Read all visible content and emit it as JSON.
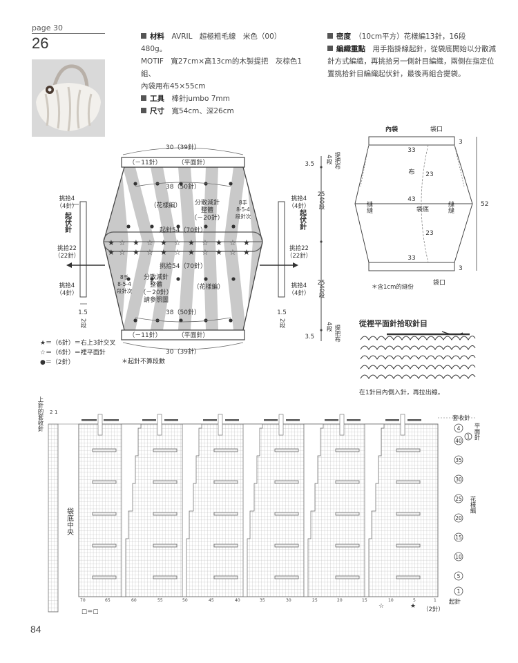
{
  "header": {
    "page_label": "page 30",
    "pattern_no": "26"
  },
  "materials": {
    "l1_label": "材料",
    "l1_text": "AVRIL　超極粗毛線　米色（00）480g。",
    "l2": "MOTIF　寬27cm×高13cm的木製提把　灰棕色1組、",
    "l3": "內袋用布45×55cm",
    "tool_label": "工具",
    "tool_text": "棒針jumbo 7mm",
    "size_label": "尺寸",
    "size_text": "寬54cm、深26cm"
  },
  "gauge": {
    "label": "密度",
    "text": "（10cm平方）花樣編13針，16段",
    "points_label": "編織重點",
    "p1": "用手指掛線起針，從袋底開始以分散減",
    "p2": "針方式編織，再挑拾另一側針目編織，兩側在指定位",
    "p3": "置挑拾針目編織起伏針，最後再組合提袋。"
  },
  "bag_diagram": {
    "top_width": "30（39針）",
    "top_minus": "（－11針）",
    "top_plain": "（平面針）",
    "upper_38": "38（50針）",
    "pattern": "（花樣編）",
    "pattern2": "（花樣編）",
    "dist_dec": "分散減針",
    "shaping": "整體",
    "minus20": "（－20針）",
    "cf1": "8-5-4",
    "cf2": "段針次",
    "cf3": "8手",
    "st_label": "針次",
    "mid_upper": "起針54（70針）",
    "mid_lower": "挑拾54（70針）",
    "ref_chart": "請參照圖",
    "lower_38": "38（50針）",
    "bottom_minus": "（－11針）",
    "bottom_plain": "（平面針）",
    "bottom_width": "30（39針）",
    "left_pick4a": "挑拾4",
    "left_pick4a_st": "（4針）",
    "left_bind": "起伏針",
    "left_pick22": "挑拾22",
    "left_pick22_st": "（22針）",
    "left_pick4b": "挑拾4",
    "left_pick4b_st": "（4針）",
    "left_15": "1.5",
    "left_2": "2段",
    "right_pick4a": "挑拾4",
    "right_pick4a_st": "（4針）",
    "right_bind": "起伏針",
    "right_pick22": "挑拾22",
    "right_pick22_st": "（22針）",
    "right_pick4b": "挑拾4",
    "right_pick4b_st": "（4針）",
    "right_15": "1.5",
    "right_2": "2段",
    "dim_35": "3.5",
    "dim_4a": "4段",
    "dim_handle": "提把布",
    "dim_25a": "25",
    "dim_40a": "40段",
    "dim_25b": "25",
    "dim_40b": "40段",
    "dim_35b": "3.5",
    "dim_4b": "4段",
    "dim_handle2": "提把布"
  },
  "legend": {
    "black_star": "★＝（6針）＝右上3針交叉",
    "white_star": "☆＝（6針）＝裡平面針",
    "dot": "●＝（2針）",
    "note": "＊起針不算段數"
  },
  "lining": {
    "title": "內袋",
    "mouth_top": "袋口",
    "w33a": "33",
    "m3a": "3",
    "fabric": "布",
    "h23a": "23",
    "h52": "52",
    "w43": "43",
    "bottom": "袋底",
    "seam_l": "縫縫",
    "seam_r": "縫縫",
    "h23b": "23",
    "w33b": "33",
    "m3b": "3",
    "mouth_bottom": "袋口",
    "seam_note": "＊含1cm的縫份"
  },
  "pickup": {
    "title": "從裡平面針拾取針目",
    "caption": "在1針目內側入針，再拉出線。"
  },
  "chart": {
    "left_label": "上針的套收針",
    "circ2": "2",
    "circ1": "1",
    "center_label": "袋底中央",
    "right_top": "套收針",
    "plain": "平面針",
    "pattern": "花樣編",
    "rows": [
      "4",
      "1",
      "40",
      "35",
      "30",
      "25",
      "20",
      "15",
      "10",
      "5",
      "1"
    ],
    "cols": [
      "70",
      "65",
      "60",
      "55",
      "50",
      "45",
      "40",
      "35",
      "30",
      "25",
      "20",
      "15",
      "10",
      "5",
      "1"
    ],
    "cast_on": "起針",
    "two_st": "（2針）",
    "legend_box": "□＝□"
  },
  "footer": {
    "page_number": "84"
  }
}
